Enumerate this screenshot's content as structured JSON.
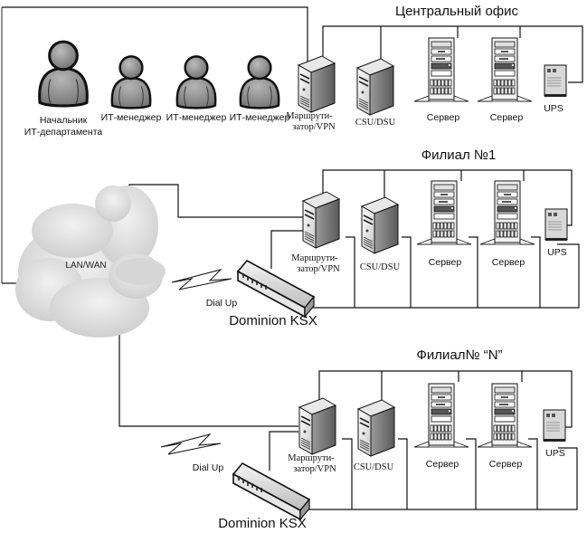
{
  "diagram": {
    "network_label": "LAN/WAN",
    "people": [
      {
        "label_lines": [
          "Начальник",
          "ИТ-департамента"
        ],
        "icon": "user-icon-large"
      },
      {
        "label_lines": [
          "ИТ-менеджер"
        ],
        "icon": "user-icon"
      },
      {
        "label_lines": [
          "ИТ-менеджер"
        ],
        "icon": "user-icon"
      },
      {
        "label_lines": [
          "ИТ-менеджер"
        ],
        "icon": "user-icon"
      }
    ],
    "sites": [
      {
        "title": "Центральный офис",
        "devices": {
          "router": [
            "Маршрути-",
            "затор/VPN"
          ],
          "csu": "CSU/DSU",
          "server1": "Сервер",
          "server2": "Сервер",
          "ups": "UPS"
        }
      },
      {
        "title": "Филиал №1",
        "devices": {
          "router": [
            "Маршрути-",
            "затор/VPN"
          ],
          "csu": "CSU/DSU",
          "server1": "Сервер",
          "server2": "Сервер",
          "ups": "UPS"
        },
        "dialup": "Dial Up",
        "kvm": "Dominion KSX"
      },
      {
        "title": "Филиал№ “N”",
        "devices": {
          "router": [
            "Маршрути-",
            "затор/VPN"
          ],
          "csu": "CSU/DSU",
          "server1": "Сервер",
          "server2": "Сервер",
          "ups": "UPS"
        },
        "dialup": "Dial Up",
        "kvm": "Dominion KSX"
      }
    ]
  }
}
